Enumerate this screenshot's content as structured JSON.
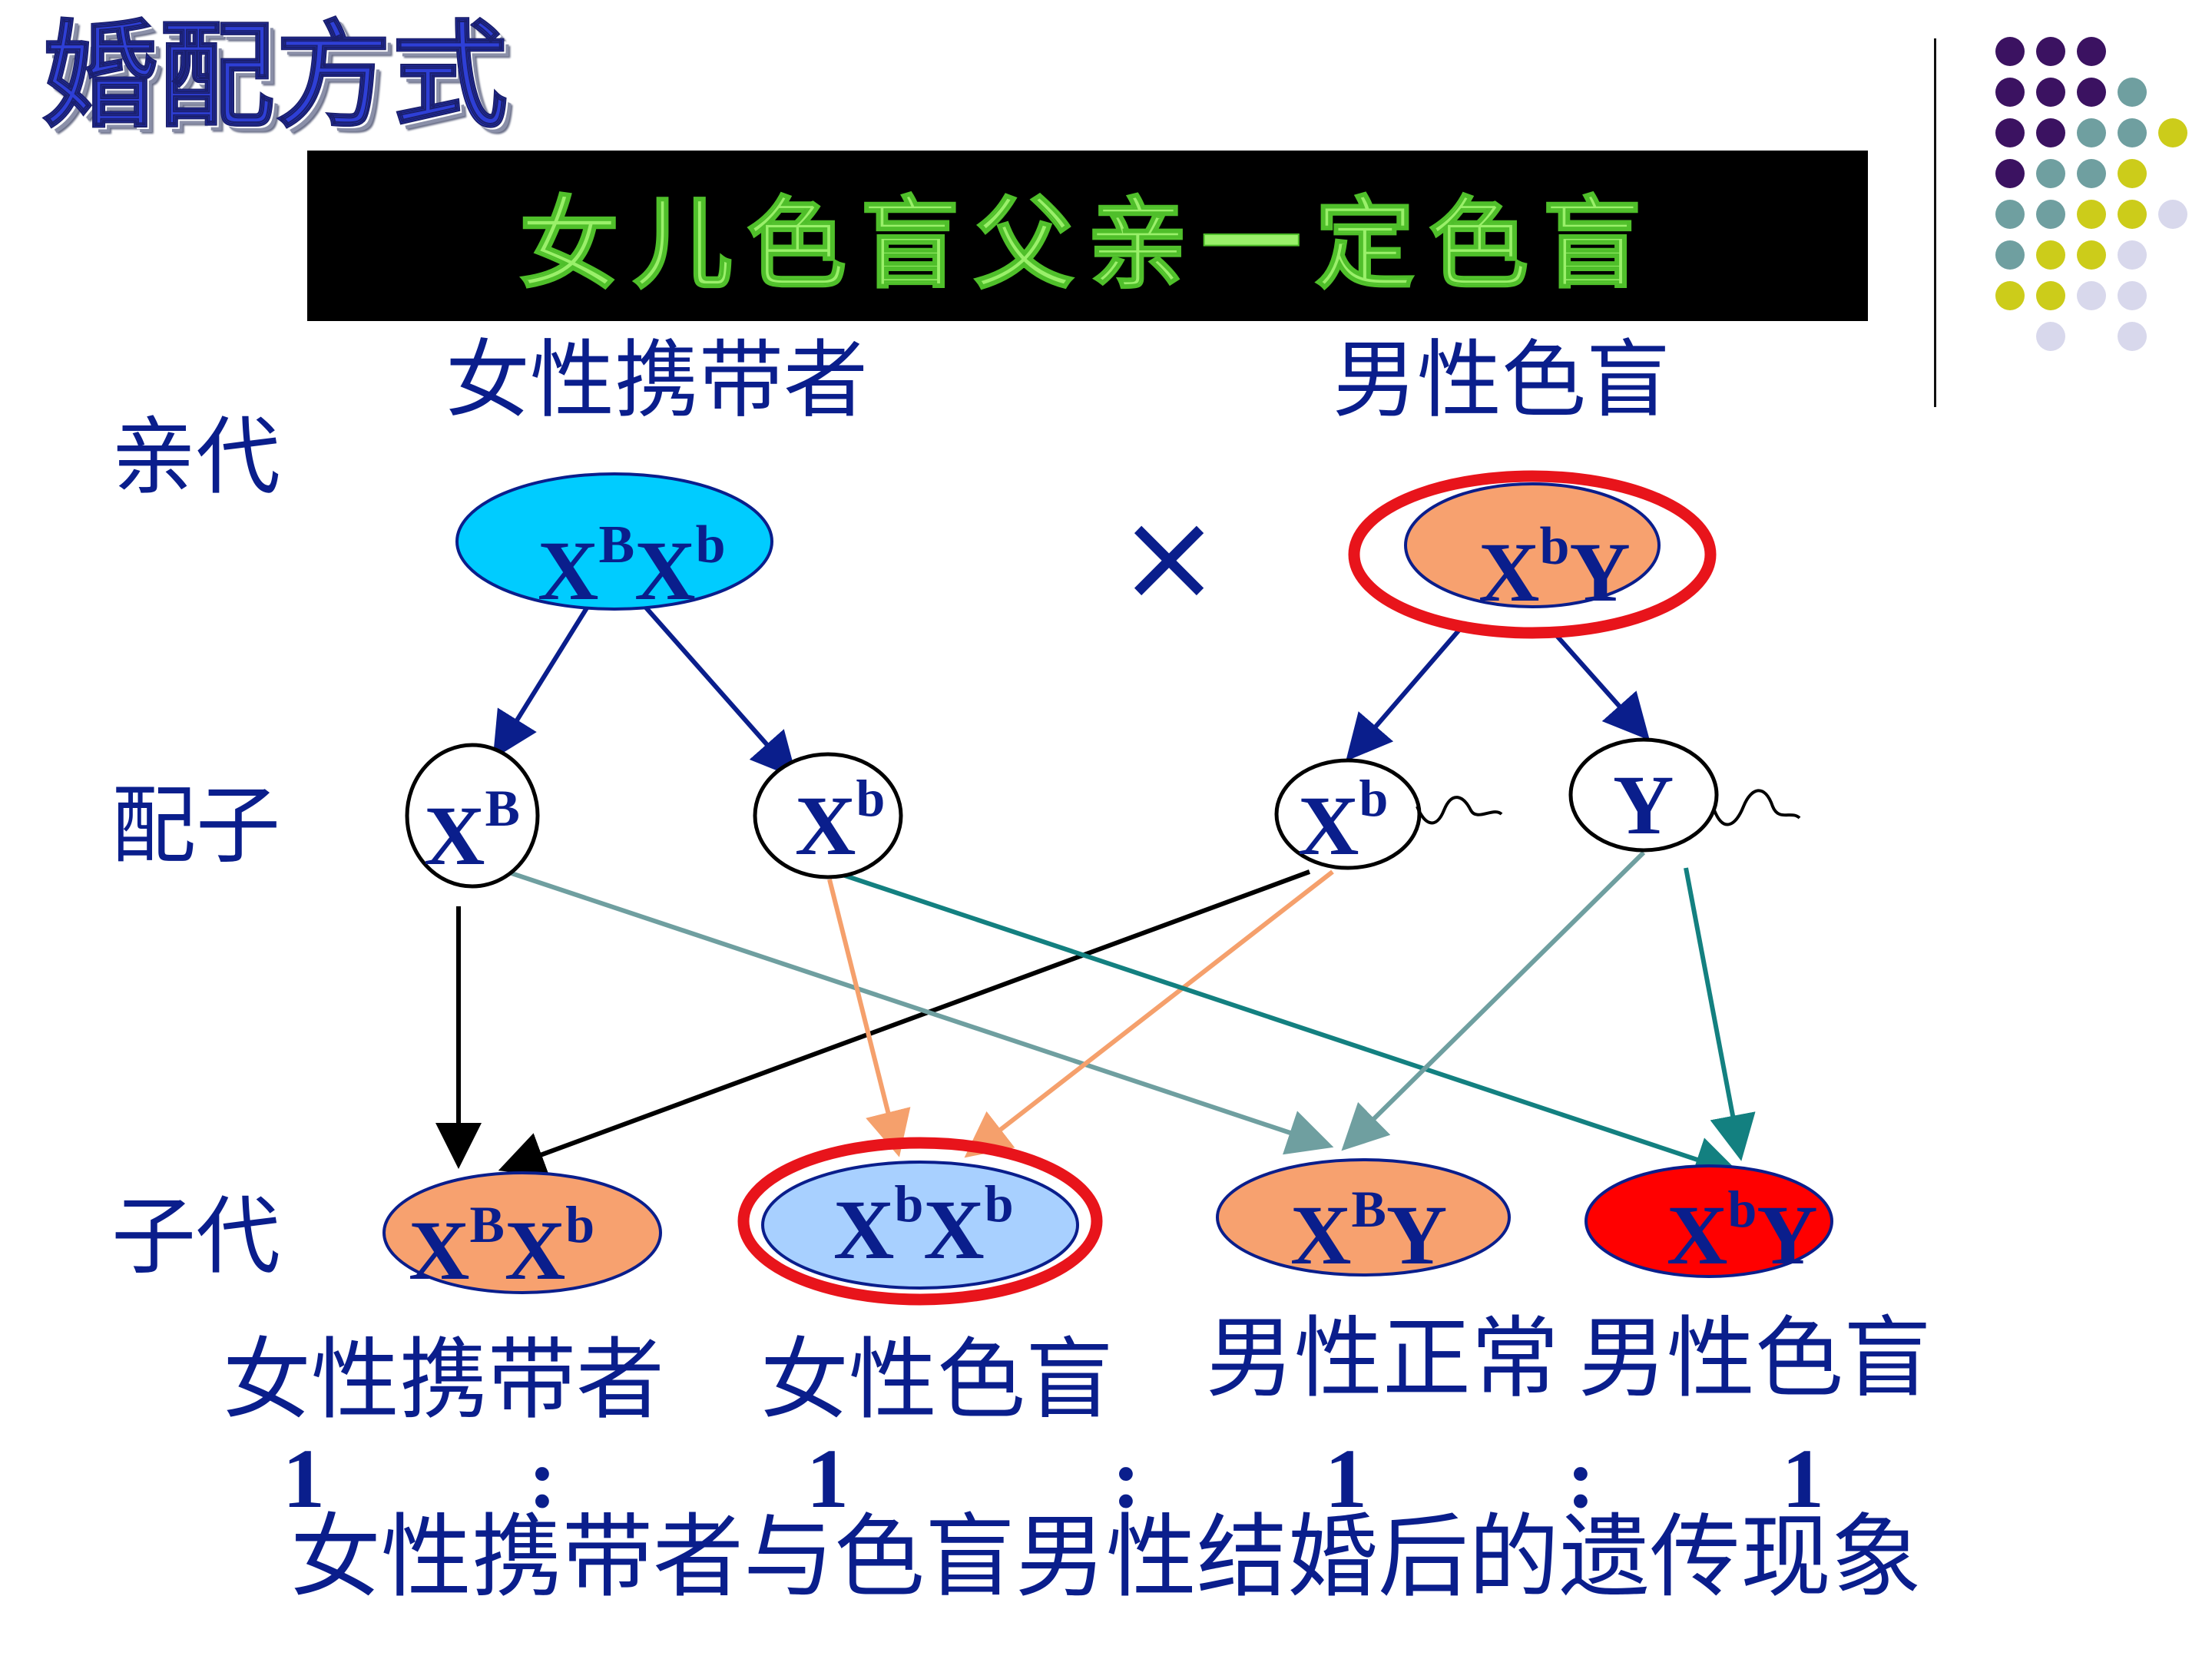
{
  "title": "婚配方式",
  "banner": "女儿色盲父亲一定色盲",
  "parents": {
    "female_label": "女性携带者",
    "male_label": "男性色盲",
    "row_label": "亲代",
    "cross": "×",
    "female": {
      "base1": "X",
      "sup1": "B",
      "base2": "X",
      "sup2": "b"
    },
    "male": {
      "base1": "X",
      "sup1": "b",
      "base2": "Y",
      "sup2": ""
    }
  },
  "gametes": {
    "row_label": "配子",
    "items": [
      {
        "base": "X",
        "sup": "B"
      },
      {
        "base": "X",
        "sup": "b"
      },
      {
        "base": "X",
        "sup": "b"
      },
      {
        "base": "Y",
        "sup": ""
      }
    ]
  },
  "offspring": {
    "row_label": "子代",
    "items": [
      {
        "base1": "X",
        "sup1": "B",
        "base2": "X",
        "sup2": "b",
        "label": "女性携带者"
      },
      {
        "base1": "X",
        "sup1": "b",
        "base2": "X",
        "sup2": "b",
        "label": "女性色盲"
      },
      {
        "base1": "X",
        "sup1": "B",
        "base2": "Y",
        "sup2": "",
        "label": "男性正常"
      },
      {
        "base1": "X",
        "sup1": "b",
        "base2": "Y",
        "sup2": "",
        "label": "男性色盲"
      }
    ]
  },
  "ratio": {
    "values": [
      "1",
      "1",
      "1",
      "1"
    ],
    "separator": ":"
  },
  "bottom_caption": "女性携带者与色盲男性结婚后的遗传现象",
  "colors": {
    "female_parent": "#00ccff",
    "male_parent": "#f7a16f",
    "offspring_carrier": "#f7a16f",
    "offspring_female_blind": "#a8d0ff",
    "offspring_male_normal": "#f7a16f",
    "offspring_male_blind": "#ff0000",
    "highlight_ring": "#e8141b",
    "text": "#0a1e8c",
    "banner_text": "#9af06a",
    "dot_purple": "#3b1261",
    "dot_teal": "#6f9fa0",
    "dot_yellow": "#cccc1a",
    "dot_lavender": "#d8d8ec"
  }
}
